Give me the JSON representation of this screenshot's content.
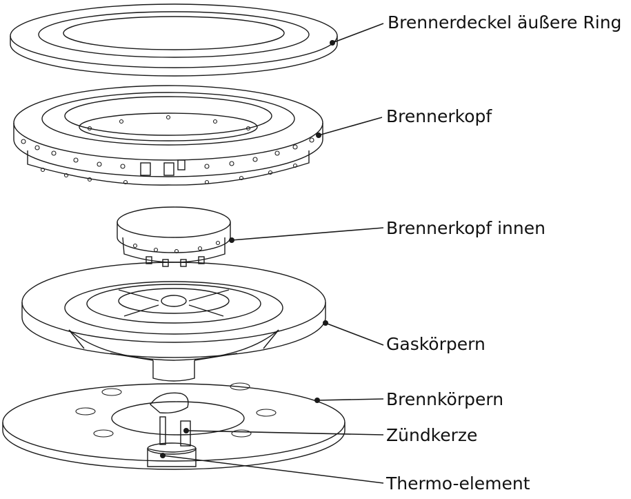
{
  "labels": {
    "outer_ring": "Brennerdeckel äußere Ring",
    "burner_head": "Brennerkopf",
    "burner_head_inner": "Brennerkopf innen",
    "gas_body": "Gaskörpern",
    "burn_body": "Brennkörpern",
    "spark_plug": "Zündkerze",
    "thermo_element": "Thermo-element"
  },
  "colors": {
    "line": "#1a1a1a",
    "background": "#ffffff"
  }
}
